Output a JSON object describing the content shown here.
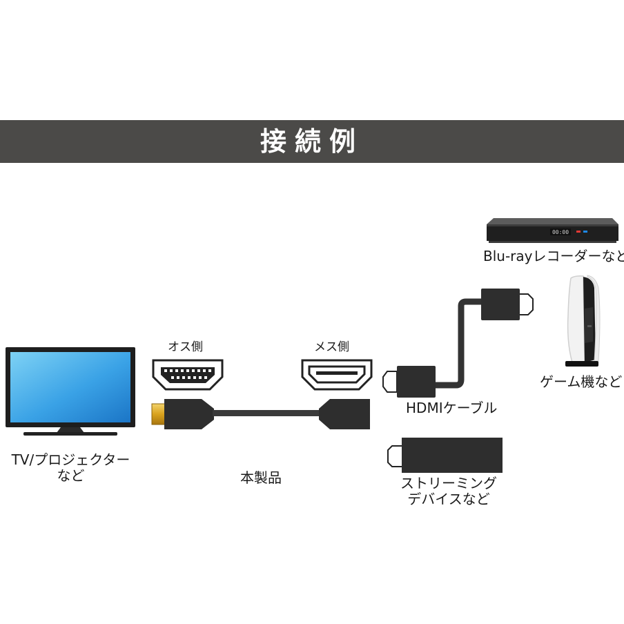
{
  "banner": {
    "title": "接続例"
  },
  "tv": {
    "label_line1": "TV/プロジェクター",
    "label_line2": "など"
  },
  "product": {
    "label": "本製品",
    "male_label": "オス側",
    "female_label": "メス側"
  },
  "hdmi_cable": {
    "label": "HDMIケーブル"
  },
  "bluray": {
    "label": "Blu-rayレコーダーなど",
    "display_text": "00:00"
  },
  "game": {
    "label": "ゲーム機など"
  },
  "streaming": {
    "label_line1": "ストリーミング",
    "label_line2": "デバイスなど"
  },
  "colors": {
    "banner": "#4b4a48",
    "cable": "#333333",
    "gold": "#d9a21e",
    "screen_light": "#7ed2f5",
    "screen_dark": "#1b75c6"
  }
}
